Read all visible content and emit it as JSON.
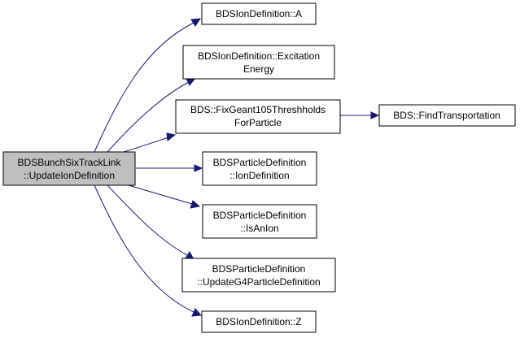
{
  "colors": {
    "edge": "#191970",
    "root_fill": "#bfbfbf",
    "node_fill": "#ffffff",
    "node_stroke": "#000000"
  },
  "nodes": {
    "root": {
      "lines": [
        "BDSBunchSixTrackLink",
        "::UpdateIonDefinition"
      ]
    },
    "ion_a": {
      "lines": [
        "BDSIonDefinition::A"
      ]
    },
    "ion_excitation": {
      "lines": [
        "BDSIonDefinition::Excitation",
        "Energy"
      ]
    },
    "fix_geant": {
      "lines": [
        "BDS::FixGeant105Threshholds",
        "ForParticle"
      ]
    },
    "find_transport": {
      "lines": [
        "BDS::FindTransportation"
      ]
    },
    "pd_iondef": {
      "lines": [
        "BDSParticleDefinition",
        "::IonDefinition"
      ]
    },
    "pd_isanion": {
      "lines": [
        "BDSParticleDefinition",
        "::IsAnIon"
      ]
    },
    "pd_updateg4": {
      "lines": [
        "BDSParticleDefinition",
        "::UpdateG4ParticleDefinition"
      ]
    },
    "ion_z": {
      "lines": [
        "BDSIonDefinition::Z"
      ]
    }
  },
  "edges": [
    {
      "from": "root",
      "to": "ion_a"
    },
    {
      "from": "root",
      "to": "ion_excitation"
    },
    {
      "from": "root",
      "to": "fix_geant"
    },
    {
      "from": "root",
      "to": "pd_iondef"
    },
    {
      "from": "root",
      "to": "pd_isanion"
    },
    {
      "from": "root",
      "to": "pd_updateg4"
    },
    {
      "from": "root",
      "to": "ion_z"
    },
    {
      "from": "fix_geant",
      "to": "find_transport"
    }
  ]
}
